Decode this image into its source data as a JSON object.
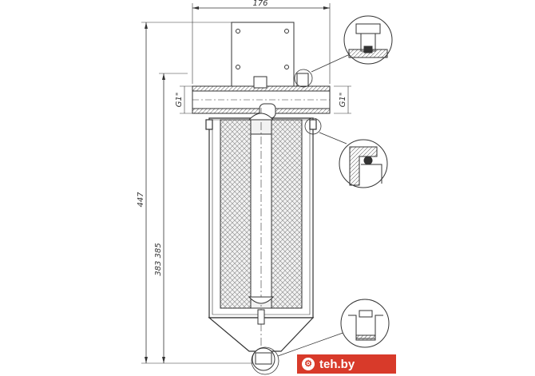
{
  "dimensions": {
    "width_top": "176",
    "height_total": "447",
    "height_inner": "383 385",
    "thread_left": "G1\"",
    "thread_right": "G1\""
  },
  "watermark": {
    "text": "teh.by",
    "color": "#d83a2a"
  },
  "colors": {
    "line": "#333333",
    "hatch": "#888888",
    "fill_filter": "#f2f2f2",
    "fill_body": "#ffffff"
  }
}
